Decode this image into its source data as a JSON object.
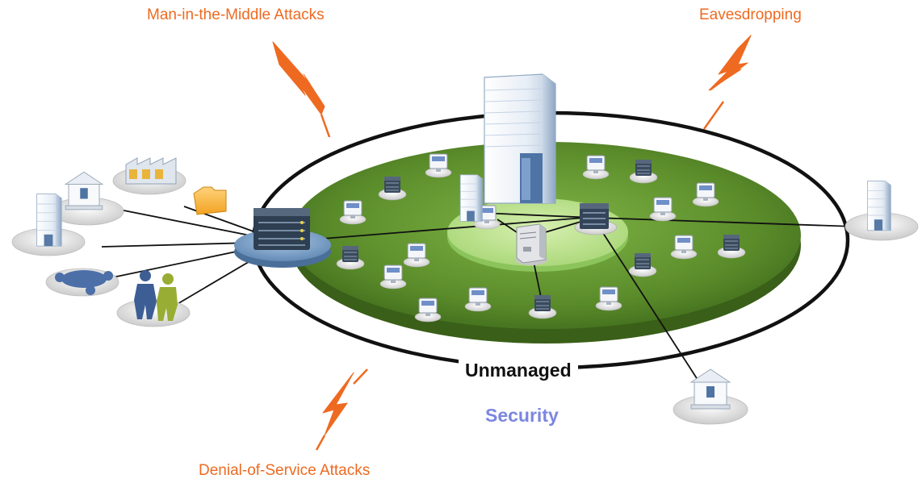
{
  "labels": {
    "mitm": "Man-in-the-Middle Attacks",
    "eavesdropping": "Eavesdropping",
    "dos": "Denial-of-Service Attacks",
    "unmanaged": "Unmanaged",
    "security": "Security"
  },
  "colors": {
    "attack": "#ee6a21",
    "security_text": "#7b86e0",
    "green_disc": "#5d8f2c",
    "inner_disc": "#b9e08a",
    "hub_disc": "#7ea3c8",
    "ring": "#111111"
  },
  "icons": [
    "office-building-icon",
    "server-rack-icon",
    "monitor-icon",
    "tower-server-icon",
    "bank-icon",
    "factory-icon",
    "folder-icon",
    "network-hub-icon",
    "people-handshake-icon",
    "lightning-bolt-icon"
  ]
}
